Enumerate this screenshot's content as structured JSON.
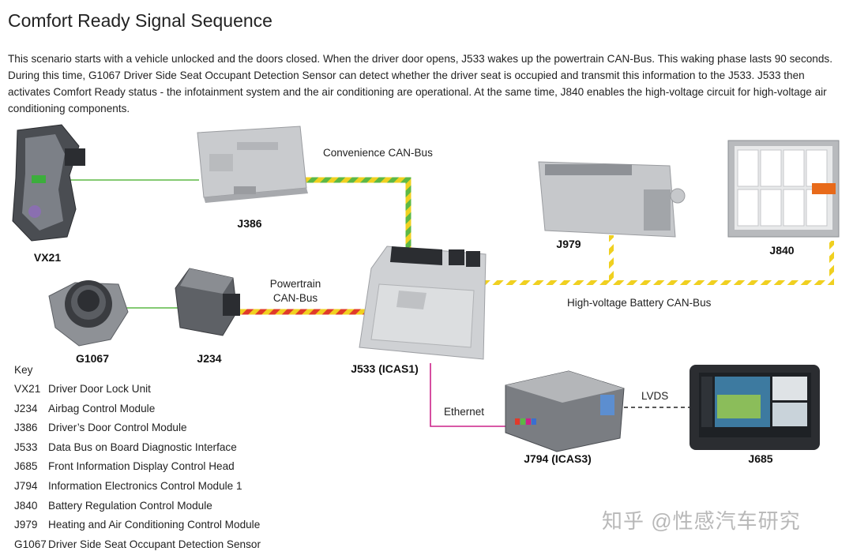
{
  "title": "Comfort Ready Signal Sequence",
  "description": "This scenario starts with a vehicle unlocked and the doors closed.  When the driver door opens, J533 wakes up the powertrain CAN-Bus.  This waking phase lasts 90 seconds.  During this time, G1067 Driver Side Seat Occupant Detection Sensor can detect whether the driver seat is occupied and transmit this information to the J533.  J533 then activates Comfort Ready status - the infotainment system and the air conditioning are operational.  At the same time, J840 enables the high-voltage circuit for high-voltage air conditioning components.",
  "components": {
    "vx21": "VX21",
    "j386": "J386",
    "g1067": "G1067",
    "j234": "J234",
    "j533": "J533 (ICAS1)",
    "j979": "J979",
    "j840": "J840",
    "j794": "J794 (ICAS3)",
    "j685": "J685"
  },
  "bus_labels": {
    "convenience": "Convenience CAN-Bus",
    "powertrain_1": "Powertrain",
    "powertrain_2": "CAN-Bus",
    "high_voltage": "High-voltage Battery CAN-Bus",
    "ethernet": "Ethernet",
    "lvds": "LVDS"
  },
  "key": {
    "title": "Key",
    "items": [
      {
        "code": "VX21",
        "name": "Driver Door Lock Unit"
      },
      {
        "code": "J234",
        "name": "Airbag Control Module"
      },
      {
        "code": "J386",
        "name": "Driver’s Door Control Module"
      },
      {
        "code": "J533",
        "name": "Data Bus on Board Diagnostic Interface"
      },
      {
        "code": "J685",
        "name": "Front Information Display Control Head"
      },
      {
        "code": "J794",
        "name": "Information Electronics Control Module 1"
      },
      {
        "code": "J840",
        "name": "Battery Regulation Control Module"
      },
      {
        "code": "J979",
        "name": "Heating and Air Conditioning Control Module"
      },
      {
        "code": "G1067",
        "name": "Driver Side Seat Occupant Detection Sensor"
      }
    ]
  },
  "colors": {
    "convenience_bus": [
      "#f0d020",
      "#5cb845"
    ],
    "powertrain_bus": [
      "#f0d020",
      "#e03a2a"
    ],
    "hv_bus": [
      "#f0d020",
      "#ffffff"
    ],
    "ethernet": "#cc2288",
    "discrete_wire": "#5cb845"
  },
  "watermark": "知乎 @性感汽车研究"
}
